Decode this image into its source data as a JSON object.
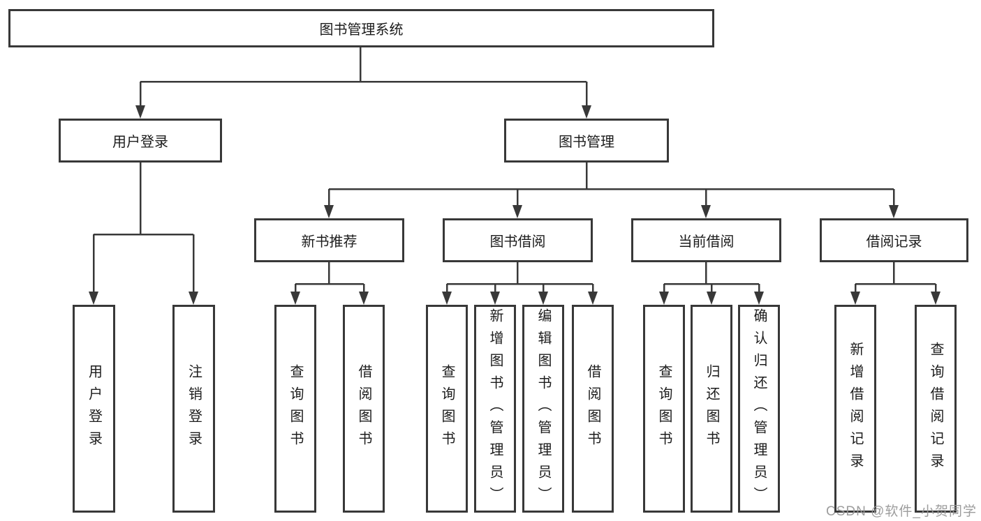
{
  "colors": {
    "line": "#383838",
    "box_border": "#383838",
    "text": "#1c1c1c",
    "watermark": "#989898",
    "background": "#ffffff"
  },
  "watermark": "CSDN @软件_小贺同学",
  "tree": {
    "root": {
      "label": "图书管理系统",
      "children": [
        {
          "label": "用户登录",
          "children": [
            {
              "label": "用户登录"
            },
            {
              "label": "注销登录"
            }
          ]
        },
        {
          "label": "图书管理",
          "children": [
            {
              "label": "新书推荐",
              "children": [
                {
                  "label": "查询图书"
                },
                {
                  "label": "借阅图书"
                }
              ]
            },
            {
              "label": "图书借阅",
              "children": [
                {
                  "label": "查询图书"
                },
                {
                  "label": "新增图书（管理员）"
                },
                {
                  "label": "编辑图书（管理员）"
                },
                {
                  "label": "借阅图书"
                }
              ]
            },
            {
              "label": "当前借阅",
              "children": [
                {
                  "label": "查询图书"
                },
                {
                  "label": "归还图书"
                },
                {
                  "label": "确认归还（管理员）"
                }
              ]
            },
            {
              "label": "借阅记录",
              "children": [
                {
                  "label": "新增借阅记录"
                },
                {
                  "label": "查询借阅记录"
                }
              ]
            }
          ]
        }
      ]
    }
  }
}
